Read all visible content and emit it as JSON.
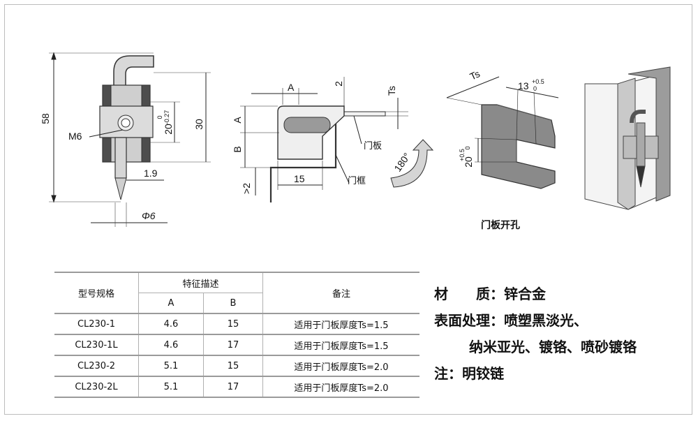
{
  "drawing": {
    "left_labels": {
      "overall_height": "58",
      "thread": "M6",
      "slot": "20",
      "slot_tol_top": "0",
      "slot_tol_bottom": "-0.27",
      "body": "30",
      "offset": "1.9",
      "pin_dia": "Φ6"
    },
    "mid_labels": {
      "a": "A",
      "b": "B",
      "gap": "2",
      "ts": "Ts",
      "min": ">2",
      "width": "15",
      "door_panel": "门板",
      "door_frame": "门框",
      "angle": "180°"
    },
    "cutout_labels": {
      "ts": "Ts",
      "width": "13",
      "width_tol_top": "+0.5",
      "width_tol_bottom": "0",
      "height": "20",
      "height_tol_top": "+0.5",
      "height_tol_bottom": "0"
    }
  },
  "cutout_caption": "门板开孔",
  "table": {
    "headers": {
      "model": "型号规格",
      "features": "特征描述",
      "a": "A",
      "b": "B",
      "remark": "备注"
    },
    "rows": [
      {
        "model": "CL230-1",
        "a": "4.6",
        "b": "15",
        "remark": "适用于门板厚度Ts=1.5"
      },
      {
        "model": "CL230-1L",
        "a": "4.6",
        "b": "17",
        "remark": "适用于门板厚度Ts=1.5"
      },
      {
        "model": "CL230-2",
        "a": "5.1",
        "b": "15",
        "remark": "适用于门板厚度Ts=2.0"
      },
      {
        "model": "CL230-2L",
        "a": "5.1",
        "b": "17",
        "remark": "适用于门板厚度Ts=2.0"
      }
    ]
  },
  "notes": {
    "material_label": "材　　质：",
    "material": "锌合金",
    "surface_label": "表面处理：",
    "surface_line1": "喷塑黑淡光、",
    "surface_line2": "纳米亚光、镀铬、喷砂镀铬",
    "note_label": "注：",
    "note": "明铰链"
  }
}
